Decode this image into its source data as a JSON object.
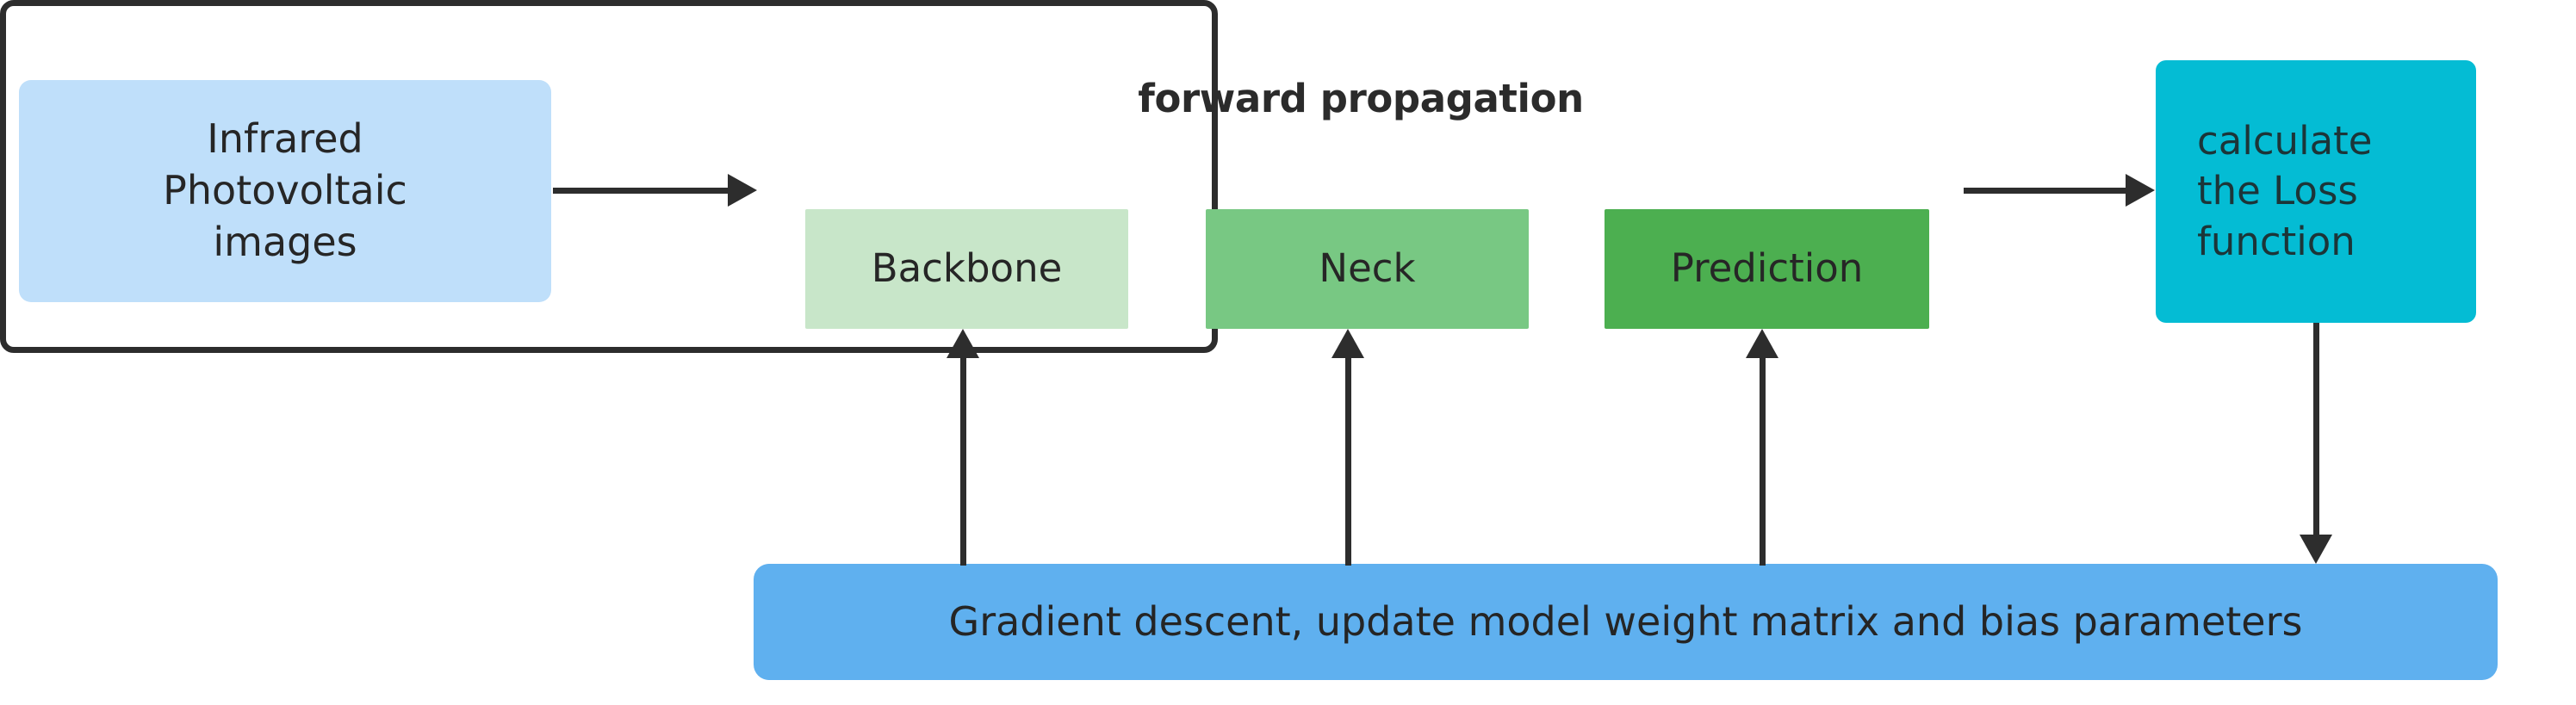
{
  "diagram": {
    "title": "Training pipeline flow diagram",
    "colors": {
      "input_box": "#bfdffa",
      "container_border": "#2d2d2d",
      "backbone": "#c8e6c9",
      "neck": "#78c883",
      "prediction": "#4caf50",
      "loss_box": "#04bcd4",
      "gradient_bar": "#5fb0ef",
      "arrow": "#2d2d2d",
      "text": "#262626",
      "background": "#ffffff"
    },
    "nodes": {
      "input": {
        "label": "Infrared\nPhotovoltaic\nimages",
        "shape": "rounded-rectangle"
      },
      "forward": {
        "title": "forward propagation",
        "shape": "rounded-rectangle-outline",
        "stages": [
          {
            "label": "Backbone",
            "color": "#c8e6c9"
          },
          {
            "label": "Neck",
            "color": "#78c883"
          },
          {
            "label": "Prediction",
            "color": "#4caf50"
          }
        ]
      },
      "loss": {
        "label": "calculate\nthe Loss\nfunction",
        "shape": "rounded-rectangle"
      },
      "gradient": {
        "label": "Gradient descent, update model weight matrix and bias parameters",
        "shape": "rounded-rectangle"
      }
    },
    "connectors": [
      {
        "from": "input",
        "to": "forward",
        "direction": "right"
      },
      {
        "from": "forward",
        "to": "loss",
        "direction": "right"
      },
      {
        "from": "loss",
        "to": "gradient",
        "direction": "down"
      },
      {
        "from": "gradient",
        "to": "backbone",
        "direction": "up"
      },
      {
        "from": "gradient",
        "to": "neck",
        "direction": "up"
      },
      {
        "from": "gradient",
        "to": "prediction",
        "direction": "up"
      }
    ]
  }
}
